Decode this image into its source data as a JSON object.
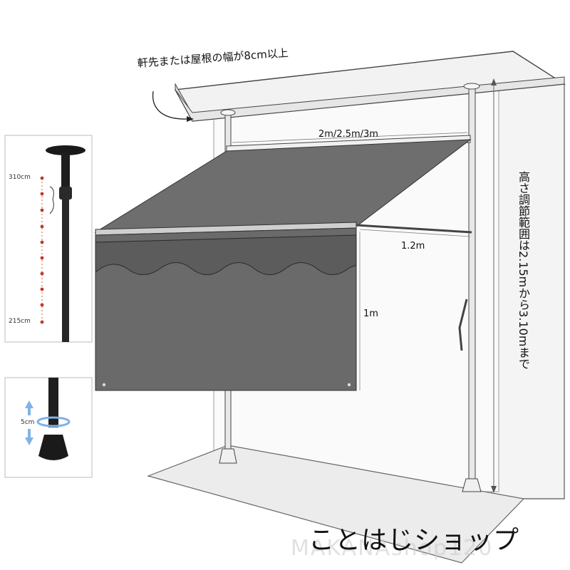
{
  "annotations": {
    "eaves_note": "軒先または屋根の幅が8cm以上",
    "width_options": "2m/2.5m/3m",
    "depth": "1.2m",
    "drop": "1m",
    "height_range_note": "高さ調節範囲は2.15mから3.10mまで"
  },
  "inset_pole": {
    "max_label": "310cm",
    "min_label": "215cm"
  },
  "inset_foot": {
    "adjust_label": "5cm"
  },
  "footer": {
    "shop_name": "ことはじショップ",
    "watermark": "MAKANAshop120"
  },
  "colors": {
    "awning_fabric": "#6e6e6e",
    "awning_dark": "#5a5a5a",
    "pole": "#e8e8e8",
    "outline": "#333333",
    "dots": "#c0392b",
    "arrow_blue": "#7fb3e6"
  }
}
